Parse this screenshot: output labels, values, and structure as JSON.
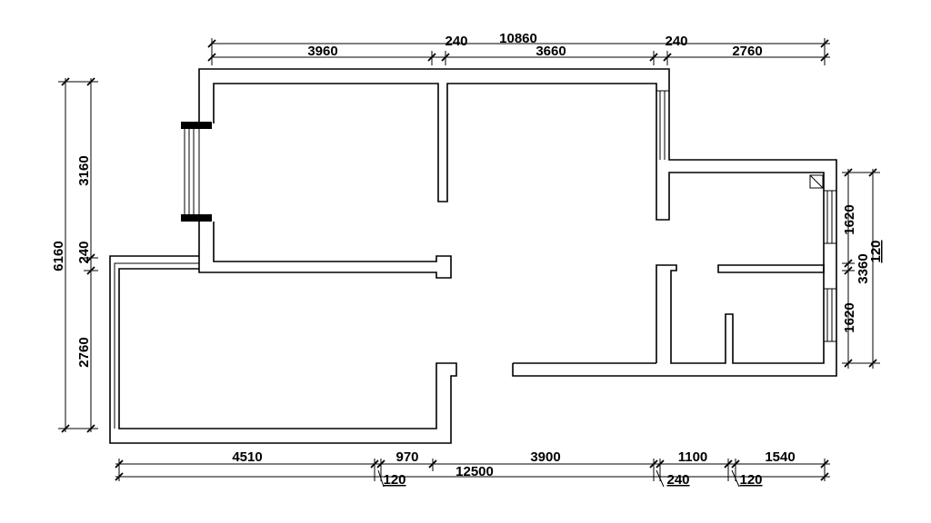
{
  "dimensions": {
    "top": {
      "seg1": "3960",
      "seg2": "240",
      "total": "10860",
      "seg3": "3660",
      "seg4": "240",
      "seg5": "2760"
    },
    "bottom": {
      "seg1": "4510",
      "seg2": "970",
      "seg3": "3900",
      "seg4": "1100",
      "seg5": "1540",
      "sub1": "120",
      "total": "12500",
      "sub2": "240",
      "sub3": "120"
    },
    "left": {
      "total": "6160",
      "seg1": "3160",
      "seg2": "240",
      "seg3": "2760"
    },
    "right": {
      "seg1": "1620",
      "mid": "3360",
      "sub": "120",
      "seg2": "1620"
    }
  }
}
